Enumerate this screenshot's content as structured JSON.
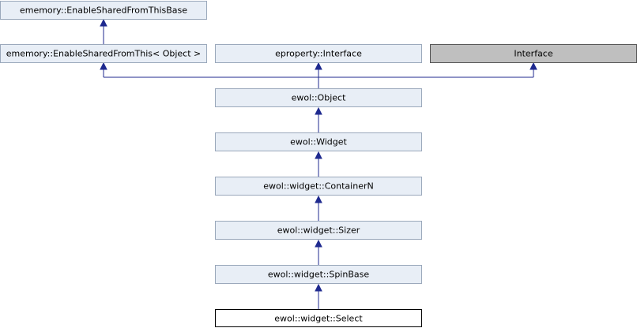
{
  "nodes": {
    "enable_shared_from_this_base": {
      "label": "ememory::EnableSharedFromThisBase"
    },
    "enable_shared_from_this": {
      "label": "ememory::EnableSharedFromThis< Object >"
    },
    "eproperty_interface": {
      "label": "eproperty::Interface"
    },
    "interface": {
      "label": "Interface"
    },
    "ewol_object": {
      "label": "ewol::Object"
    },
    "ewol_widget": {
      "label": "ewol::Widget"
    },
    "container_n": {
      "label": "ewol::widget::ContainerN"
    },
    "sizer": {
      "label": "ewol::widget::Sizer"
    },
    "spin_base": {
      "label": "ewol::widget::SpinBase"
    },
    "select": {
      "label": "ewol::widget::Select"
    }
  },
  "colors": {
    "inherited_fill": "#e8eef6",
    "external_fill": "#bfbfbf",
    "current_fill": "#ffffff",
    "edge": "#1f2a8f"
  }
}
